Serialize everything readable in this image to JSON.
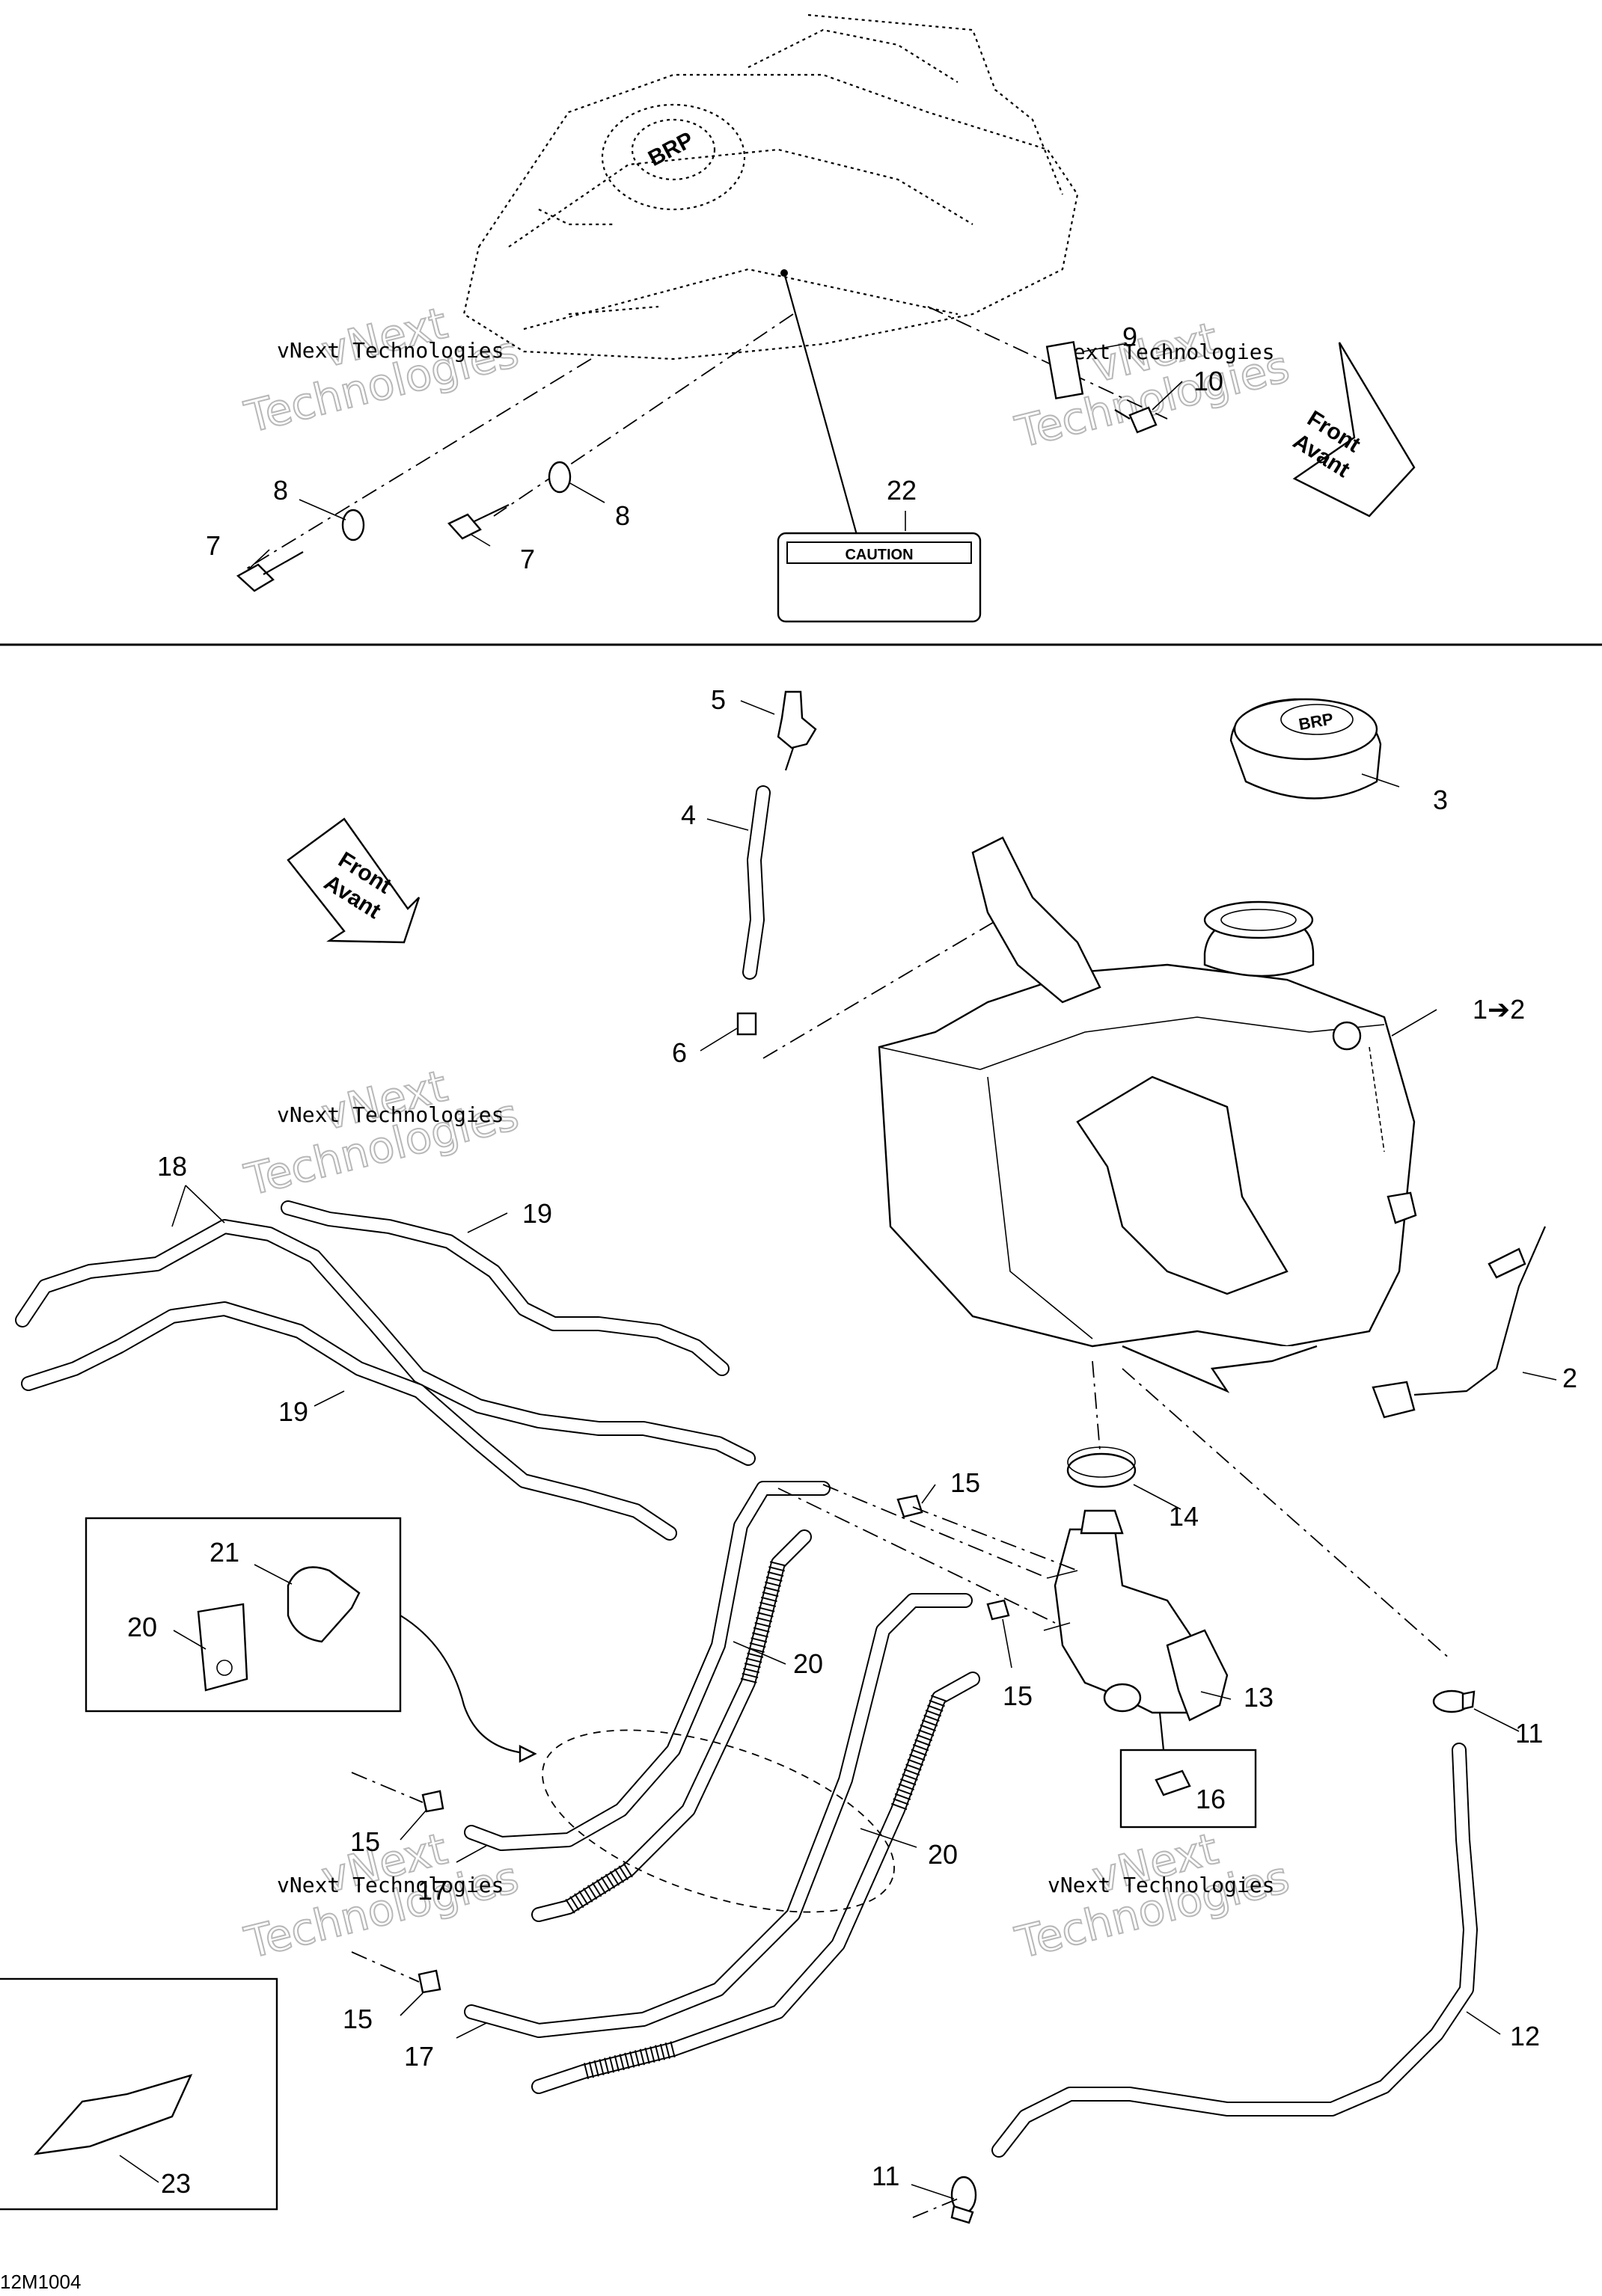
{
  "callouts": [
    {
      "id": "c1",
      "text": "1➔2"
    },
    {
      "id": "c2",
      "text": "2"
    },
    {
      "id": "c3",
      "text": "3"
    },
    {
      "id": "c4",
      "text": "4"
    },
    {
      "id": "c5",
      "text": "5"
    },
    {
      "id": "c6",
      "text": "6"
    },
    {
      "id": "c7a",
      "text": "7"
    },
    {
      "id": "c7b",
      "text": "7"
    },
    {
      "id": "c8a",
      "text": "8"
    },
    {
      "id": "c8b",
      "text": "8"
    },
    {
      "id": "c9",
      "text": "9"
    },
    {
      "id": "c10",
      "text": "10"
    },
    {
      "id": "c11a",
      "text": "11"
    },
    {
      "id": "c11b",
      "text": "11"
    },
    {
      "id": "c12",
      "text": "12"
    },
    {
      "id": "c13",
      "text": "13"
    },
    {
      "id": "c14",
      "text": "14"
    },
    {
      "id": "c15a",
      "text": "15"
    },
    {
      "id": "c15b",
      "text": "15"
    },
    {
      "id": "c15c",
      "text": "15"
    },
    {
      "id": "c15d",
      "text": "15"
    },
    {
      "id": "c16",
      "text": "16"
    },
    {
      "id": "c17a",
      "text": "17"
    },
    {
      "id": "c17b",
      "text": "17"
    },
    {
      "id": "c18",
      "text": "18"
    },
    {
      "id": "c19a",
      "text": "19"
    },
    {
      "id": "c19b",
      "text": "19"
    },
    {
      "id": "c20a",
      "text": "20"
    },
    {
      "id": "c20b",
      "text": "20"
    },
    {
      "id": "c21",
      "text": "21"
    },
    {
      "id": "c22",
      "text": "22"
    },
    {
      "id": "c23",
      "text": "23"
    }
  ],
  "direction_arrows": {
    "front_en": "Front",
    "front_fr": "Avant"
  },
  "caution_label": "CAUTION",
  "tank_cap_logo": "BRP",
  "watermark": {
    "line1": "vNext",
    "line2": "Technologies",
    "full": "vNext Technologies"
  },
  "figure_code": "12M1004"
}
